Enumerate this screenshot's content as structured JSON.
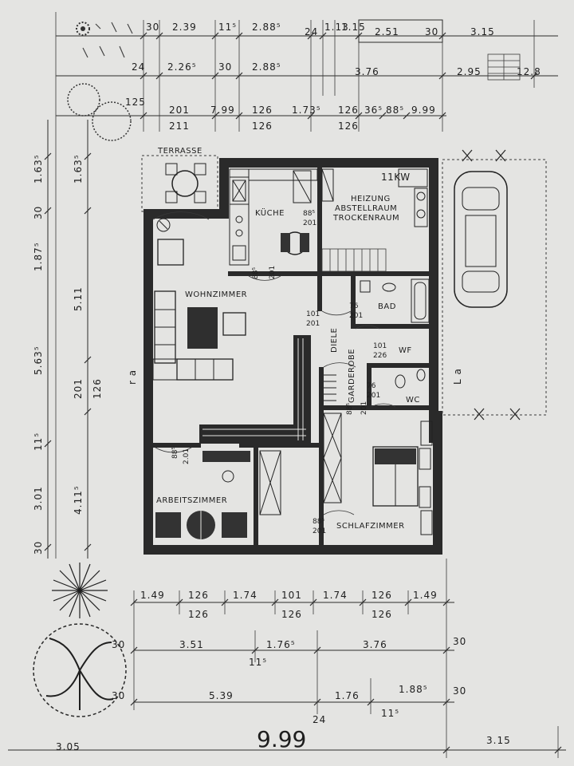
{
  "rooms": {
    "terrasse": "TERRASSE",
    "kueche": "KÜCHE",
    "heizung": "HEIZUNG",
    "abstellraum": "ABSTELLRAUM",
    "trockenraum": "TROCKENRAUM",
    "kw": "11KW",
    "wohnzimmer": "WOHNZIMMER",
    "bad": "BAD",
    "diele": "DIELE",
    "wf": "WF",
    "garderobe": "GARDEROBE",
    "wc": "WC",
    "arbeitszimmer": "ARBEITSZIMMER",
    "schlafzimmer": "SCHLAFZIMMER"
  },
  "top_dims": {
    "row1": [
      "30",
      "2.39",
      "11⁵",
      "2.88⁵",
      "24",
      "1.13",
      "1.15",
      "2.51",
      "30",
      "3.15"
    ],
    "row2": [
      "24",
      "2.26⁵",
      "30",
      "2.88⁵",
      "3.76",
      "2.95",
      "12.8"
    ],
    "row3": [
      "201",
      "7.99",
      "126",
      "1.73⁵",
      "126",
      "36⁵",
      "88⁵",
      "9.99",
      "125"
    ],
    "row3b": [
      "211",
      "126",
      "126"
    ]
  },
  "left_dims": [
    "1.63⁵",
    "1.63⁵",
    "30",
    "1.87⁵",
    "5.11",
    "5.63⁵",
    "201",
    "126",
    "11⁵",
    "3.01",
    "4.11⁵",
    "30"
  ],
  "door_labels": {
    "kueche": [
      "88⁵",
      "201"
    ],
    "wohn": [
      "88⁵",
      "201"
    ],
    "diele": [
      "101",
      "201"
    ],
    "bad": [
      "76",
      "201"
    ],
    "wf": [
      "101",
      "226"
    ],
    "wc": [
      "76",
      "201"
    ],
    "garderobe": [
      "88⁵",
      "201"
    ],
    "arbeits": [
      "88⁵",
      "2.01"
    ],
    "schlaf": [
      "88⁵",
      "201"
    ]
  },
  "marks": {
    "ra": "r a",
    "la": "L a"
  },
  "bottom_dims": {
    "row1": [
      "1.49",
      "126",
      "1.74",
      "101",
      "1.74",
      "126",
      "1.49"
    ],
    "row1b": [
      "126",
      "126",
      "126"
    ],
    "row2": [
      "30",
      "3.51",
      "1.76⁵",
      "3.76",
      "30"
    ],
    "row2b": [
      "11⁵"
    ],
    "row3": [
      "30",
      "5.39",
      "1.76",
      "1.88⁵",
      "30"
    ],
    "row3b": [
      "24",
      "11⁵"
    ],
    "total": "9.99",
    "bottom_left": "3.05",
    "bottom_right": "3.15"
  }
}
